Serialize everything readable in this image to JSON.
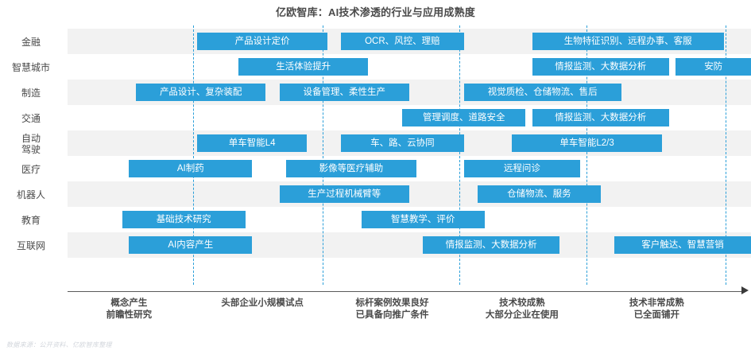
{
  "title": "亿欧智库：AI技术渗透的行业与应用成熟度",
  "footer": "数据来源：公开资料、亿欧智库整理",
  "colors": {
    "bar": "#2b9fd9",
    "gridline": "#2b9fd9",
    "row_alt": "#f2f2f2",
    "text": "#4a4a4a"
  },
  "chart_data": {
    "type": "bar",
    "title": "亿欧智库：AI技术渗透的行业与应用成熟度",
    "xlabel": "",
    "ylabel": "",
    "grid": true,
    "legend": "none",
    "orientation": "horizontal",
    "x_axis_stages": [
      {
        "index": 1,
        "line1": "概念产生",
        "line2": "前瞻性研究"
      },
      {
        "index": 2,
        "line1": "头部企业小规模试点",
        "line2": ""
      },
      {
        "index": 3,
        "line1": "标杆案例效果良好",
        "line2": "已具备向推广条件"
      },
      {
        "index": 4,
        "line1": "技术较成熟",
        "line2": "大部分企业在使用"
      },
      {
        "index": 5,
        "line1": "技术非常成熟",
        "line2": "已全面铺开"
      }
    ],
    "categories": [
      "金融",
      "智慧城市",
      "制造",
      "交通",
      "自动驾驶",
      "医疗",
      "机器人",
      "教育",
      "互联网"
    ],
    "rows": [
      {
        "label": "金融",
        "label_line1": "金融",
        "label_line2": "",
        "items": [
          {
            "text": "产品设计定价",
            "start": 0.19,
            "end": 0.38
          },
          {
            "text": "OCR、风控、理赔",
            "start": 0.4,
            "end": 0.58
          },
          {
            "text": "生物特征识别、远程办事、客服",
            "start": 0.68,
            "end": 0.96
          }
        ]
      },
      {
        "label": "智慧城市",
        "label_line1": "智慧城市",
        "label_line2": "",
        "items": [
          {
            "text": "生活体验提升",
            "start": 0.25,
            "end": 0.44
          },
          {
            "text": "情报监测、大数据分析",
            "start": 0.68,
            "end": 0.88
          },
          {
            "text": "安防",
            "start": 0.89,
            "end": 1.0
          }
        ]
      },
      {
        "label": "制造",
        "label_line1": "制造",
        "label_line2": "",
        "items": [
          {
            "text": "产品设计、复杂装配",
            "start": 0.1,
            "end": 0.29
          },
          {
            "text": "设备管理、柔性生产",
            "start": 0.31,
            "end": 0.5
          },
          {
            "text": "视觉质检、仓储物流、售后",
            "start": 0.58,
            "end": 0.81
          }
        ]
      },
      {
        "label": "交通",
        "label_line1": "交通",
        "label_line2": "",
        "items": [
          {
            "text": "管理调度、道路安全",
            "start": 0.49,
            "end": 0.67
          },
          {
            "text": "情报监测、大数据分析",
            "start": 0.68,
            "end": 0.88
          }
        ]
      },
      {
        "label": "自动驾驶",
        "label_line1": "自动",
        "label_line2": "驾驶",
        "items": [
          {
            "text": "单车智能L4",
            "start": 0.19,
            "end": 0.35
          },
          {
            "text": "车、路、云协同",
            "start": 0.4,
            "end": 0.58
          },
          {
            "text": "单车智能L2/3",
            "start": 0.65,
            "end": 0.87
          }
        ]
      },
      {
        "label": "医疗",
        "label_line1": "医疗",
        "label_line2": "",
        "items": [
          {
            "text": "AI制药",
            "start": 0.09,
            "end": 0.27
          },
          {
            "text": "影像等医疗辅助",
            "start": 0.32,
            "end": 0.51
          },
          {
            "text": "远程问诊",
            "start": 0.58,
            "end": 0.75
          }
        ]
      },
      {
        "label": "机器人",
        "label_line1": "机器人",
        "label_line2": "",
        "items": [
          {
            "text": "生产过程机械臂等",
            "start": 0.31,
            "end": 0.5
          },
          {
            "text": "仓储物流、服务",
            "start": 0.6,
            "end": 0.78
          }
        ]
      },
      {
        "label": "教育",
        "label_line1": "教育",
        "label_line2": "",
        "items": [
          {
            "text": "基础技术研究",
            "start": 0.08,
            "end": 0.26
          },
          {
            "text": "智慧教学、评价",
            "start": 0.43,
            "end": 0.61
          }
        ]
      },
      {
        "label": "互联网",
        "label_line1": "互联网",
        "label_line2": "",
        "items": [
          {
            "text": "AI内容产生",
            "start": 0.09,
            "end": 0.27
          },
          {
            "text": "情报监测、大数据分析",
            "start": 0.52,
            "end": 0.72
          },
          {
            "text": "客户触达、智慧营销",
            "start": 0.8,
            "end": 1.0
          }
        ]
      }
    ],
    "gridline_positions": [
      0.184,
      0.373,
      0.573,
      0.759,
      0.963
    ]
  }
}
